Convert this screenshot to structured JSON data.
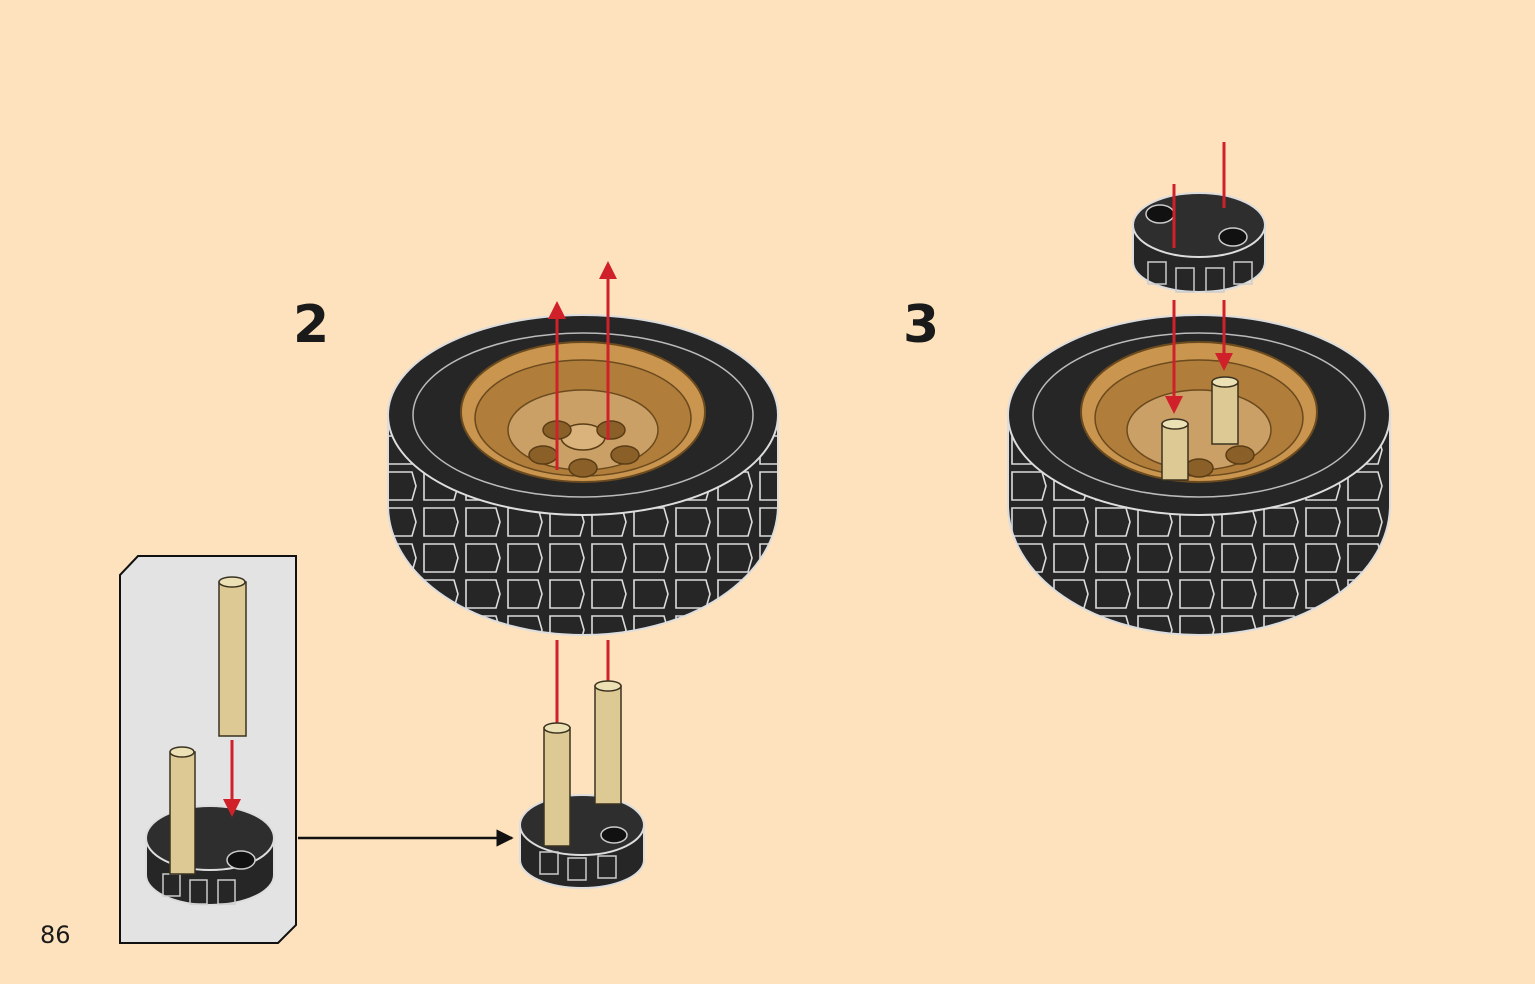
{
  "steps": [
    {
      "number": "2"
    },
    {
      "number": "3"
    }
  ],
  "page": {
    "number": "86"
  },
  "colors": {
    "background": "#fde2bd",
    "tire": "#262626",
    "rim": "#c9954f",
    "axle": "#ddc994",
    "arrow": "#d0212b",
    "callout": "#e3e3e3"
  }
}
